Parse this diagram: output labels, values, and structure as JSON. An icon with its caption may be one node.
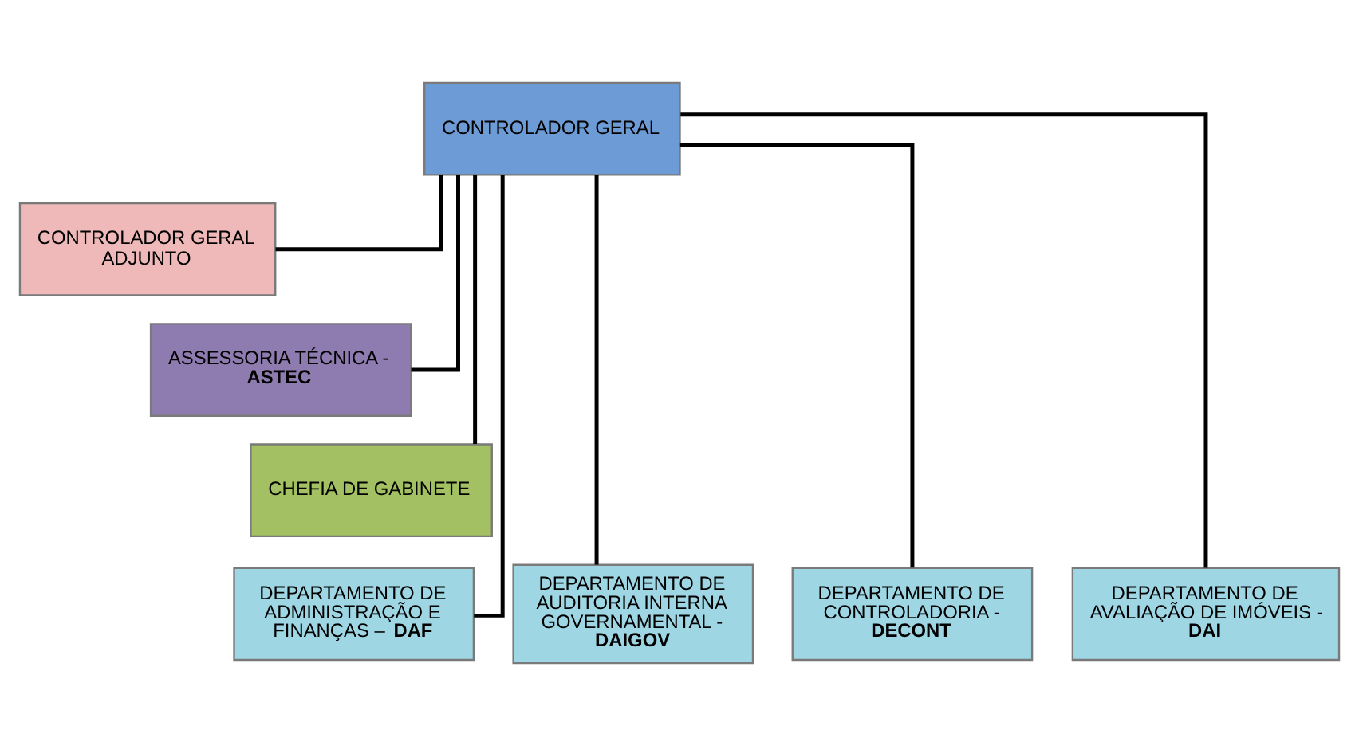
{
  "diagram": {
    "nodes": [
      {
        "text": [
          "CONTROLADOR GERAL"
        ]
      },
      {
        "text": [
          "CONTROLADOR GERAL ADJUNTO"
        ]
      },
      {
        "text": [
          "ASSESSORIA TÉCNICA - **ASTEC**"
        ]
      },
      {
        "text": [
          "CHEFIA DE GABINETE"
        ]
      },
      {
        "text": [
          "DEPARTAMENTO DE ADMINISTRAÇÃO E FINANÇAS – **DAF**"
        ]
      },
      {
        "text": [
          "DEPARTAMENTO DE AUDITORIA INTERNA GOVERNAMENTAL - **DAIGOV**"
        ]
      },
      {
        "text": [
          "DEPARTAMENTO DE CONTROLADORIA - **DECONT**"
        ]
      },
      {
        "text": [
          "DEPARTAMENTO DE AVALIAÇÃO DE IMÓVEIS - **DAI**"
        ]
      }
    ],
    "edges": [
      {
        "from": 0,
        "to": 1,
        "arrow": "none"
      },
      {
        "from": 0,
        "to": 2,
        "arrow": "none"
      },
      {
        "from": 0,
        "to": 3,
        "arrow": "none"
      },
      {
        "from": 0,
        "to": 4,
        "arrow": "none"
      },
      {
        "from": 0,
        "to": 5,
        "arrow": "none"
      },
      {
        "from": 0,
        "to": 6,
        "arrow": "none"
      },
      {
        "from": 0,
        "to": 7,
        "arrow": "none"
      }
    ]
  }
}
